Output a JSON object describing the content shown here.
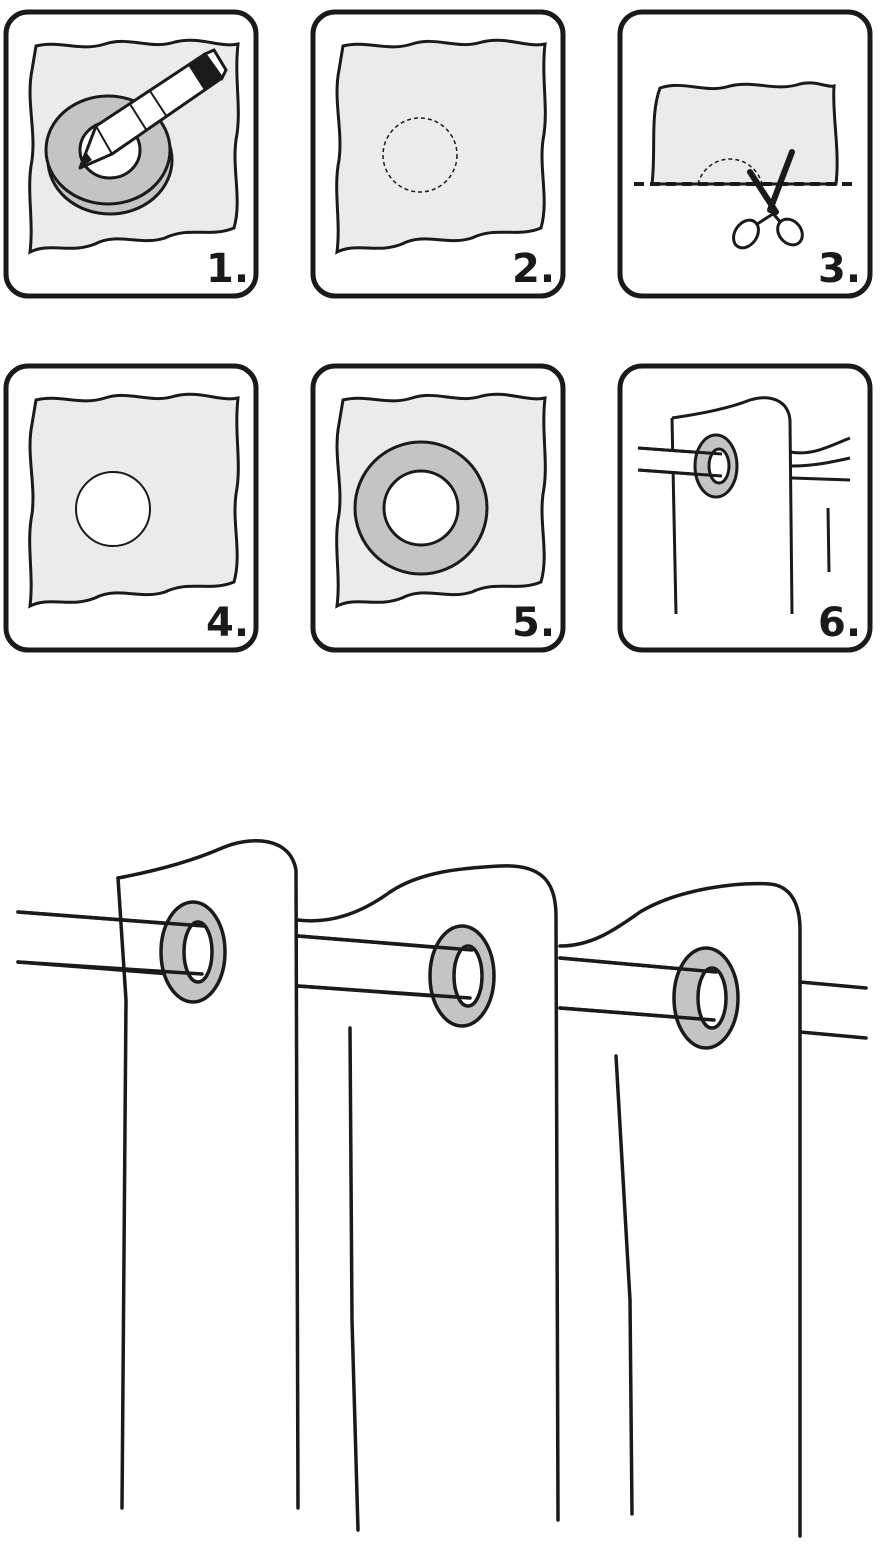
{
  "steps": [
    {
      "number": "1.",
      "action": "trace-eyelet-with-pencil"
    },
    {
      "number": "2.",
      "action": "traced-circle-on-fabric"
    },
    {
      "number": "3.",
      "action": "cut-along-line-with-scissors"
    },
    {
      "number": "4.",
      "action": "hole-cut-in-fabric"
    },
    {
      "number": "5.",
      "action": "eyelet-ring-fitted"
    },
    {
      "number": "6.",
      "action": "curtain-hung-on-rod"
    }
  ],
  "colors": {
    "outline": "#1a1a1a",
    "fabric": "#ebebeb",
    "eyelet": "#c4c4c4",
    "background": "#ffffff"
  },
  "icons": [
    "pencil-icon",
    "scissors-icon",
    "eyelet-ring-icon",
    "curtain-rod-icon"
  ]
}
